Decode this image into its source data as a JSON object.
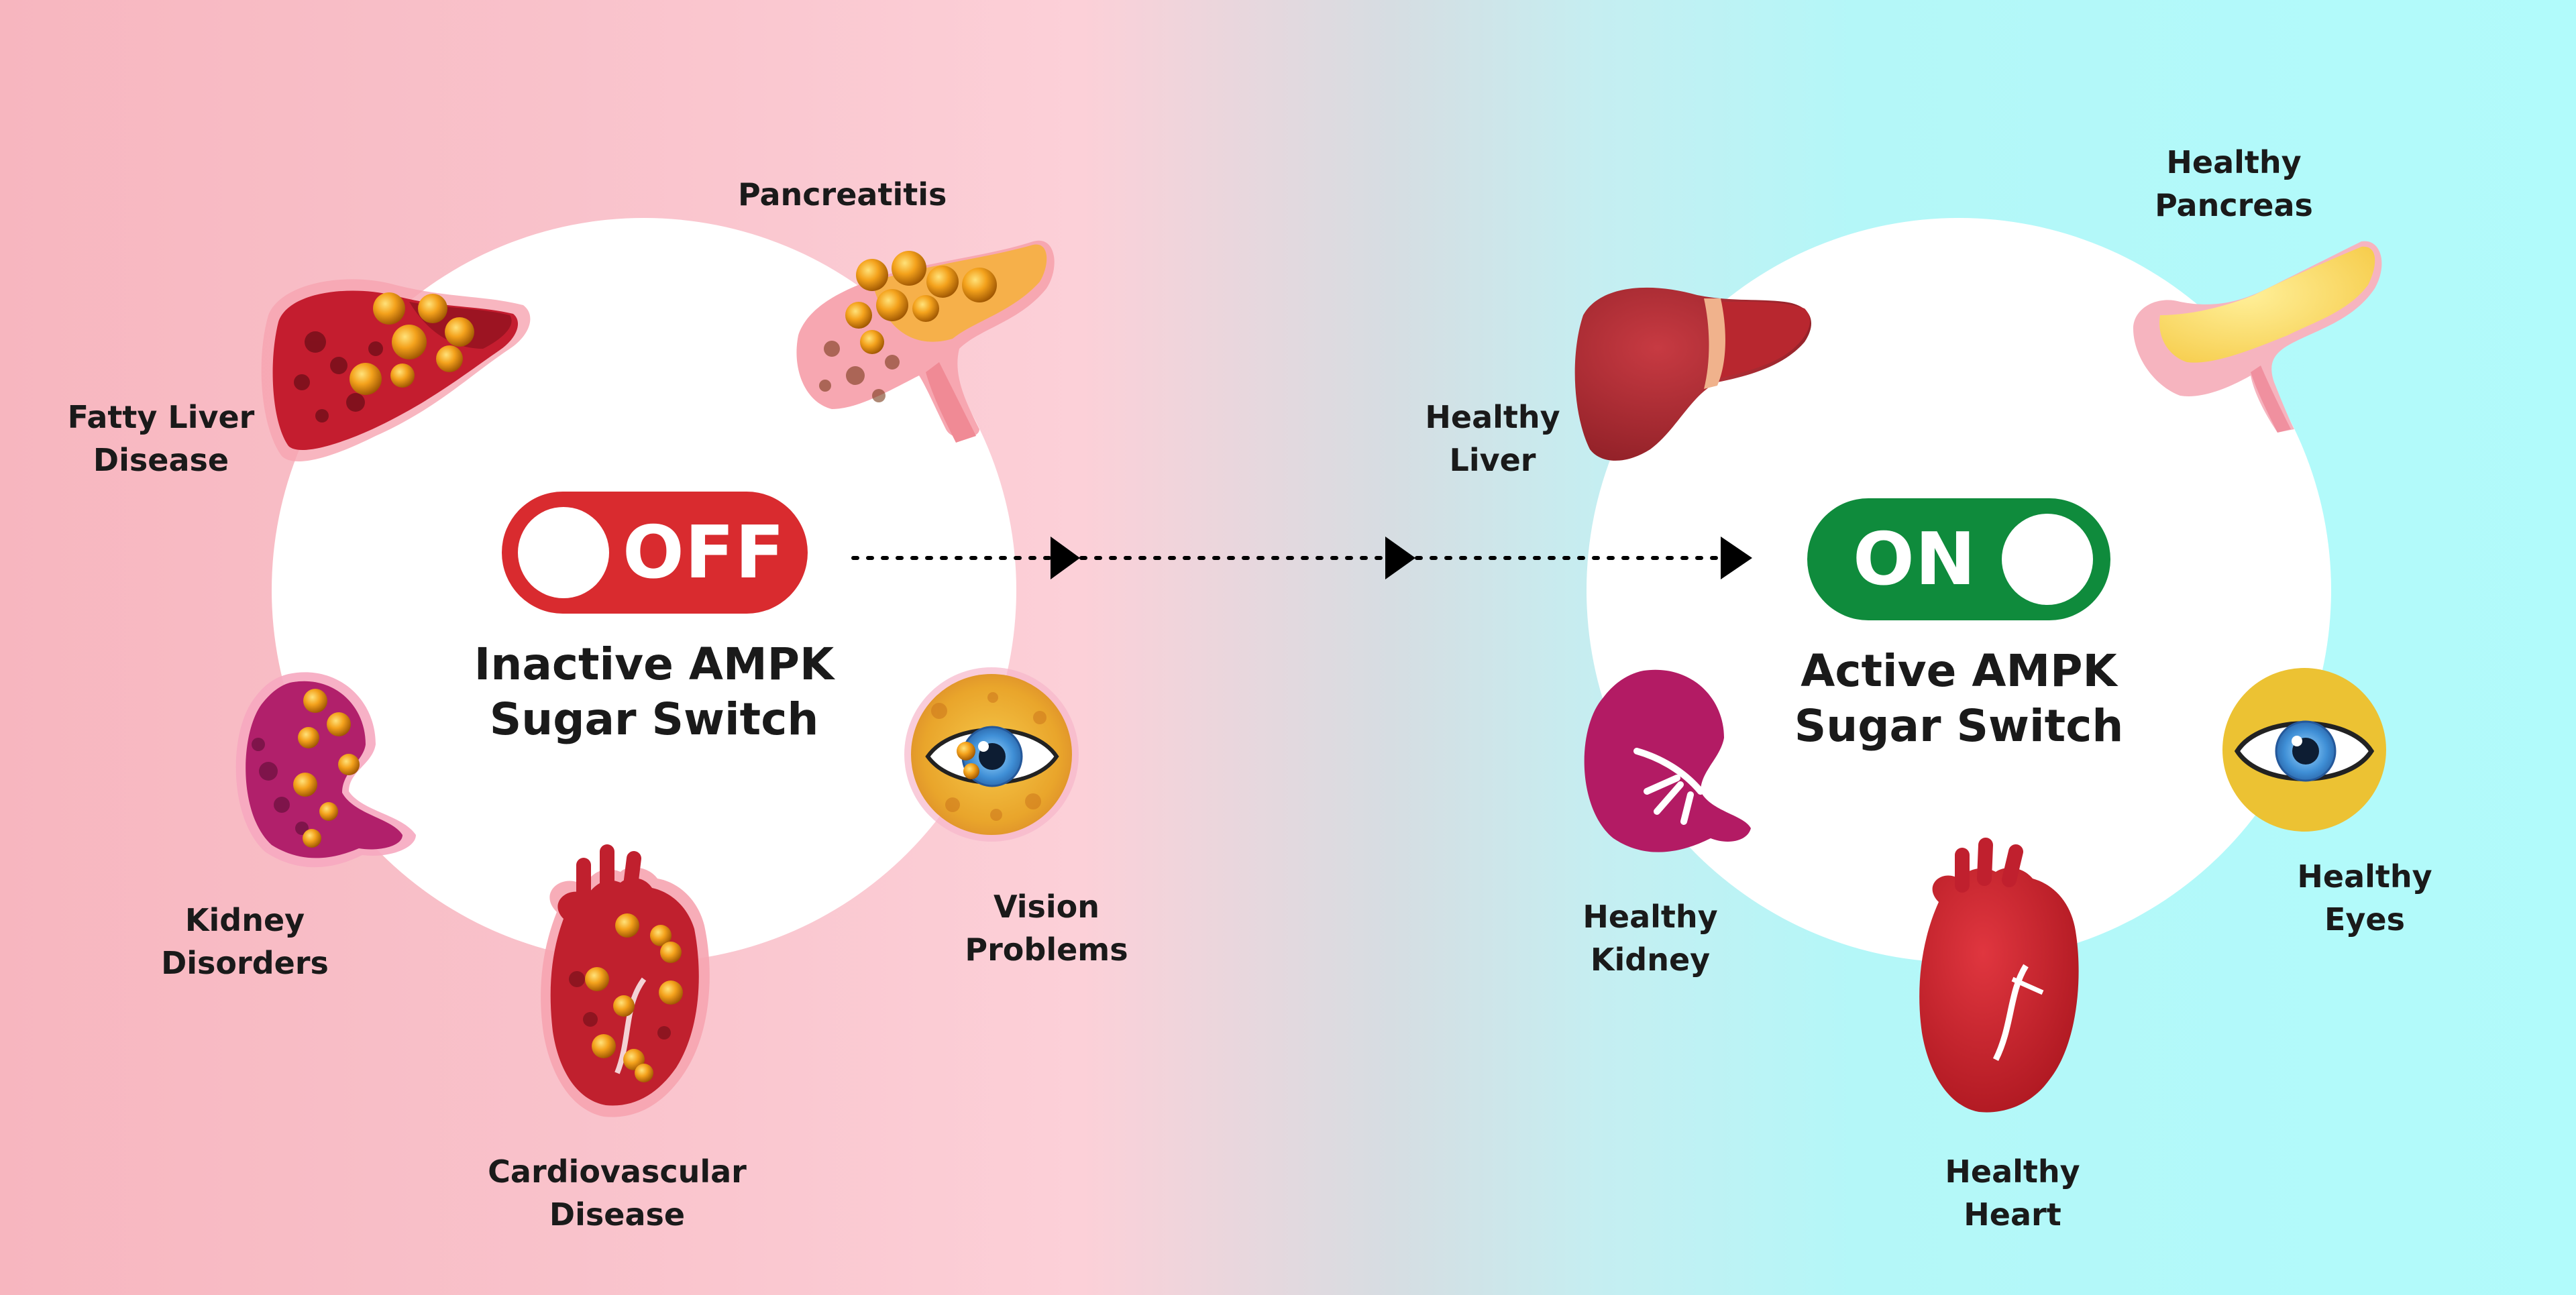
{
  "left_panel": {
    "switch_state_label": "OFF",
    "title": "Inactive AMPK\nSugar Switch",
    "switch_color": "#d92b2f",
    "conditions": {
      "pancreas": "Pancreatitis",
      "liver": "Fatty Liver\nDisease",
      "kidney": "Kidney\nDisorders",
      "eye": "Vision\nProblems",
      "heart": "Cardiovascular\nDisease"
    }
  },
  "right_panel": {
    "switch_state_label": "ON",
    "title": "Active AMPK\nSugar Switch",
    "switch_color": "#0f8b3c",
    "organs": {
      "pancreas": "Healthy\nPancreas",
      "liver": "Healthy\nLiver",
      "kidney": "Healthy\nKidney",
      "eye": "Healthy\nEyes",
      "heart": "Healthy\nHeart"
    }
  },
  "icons": [
    "diseased-liver-icon",
    "diseased-pancreas-icon",
    "diseased-kidney-icon",
    "diseased-eye-icon",
    "diseased-heart-icon",
    "healthy-liver-icon",
    "healthy-pancreas-icon",
    "healthy-kidney-icon",
    "healthy-eye-icon",
    "healthy-heart-icon",
    "arrow-right-icon"
  ]
}
